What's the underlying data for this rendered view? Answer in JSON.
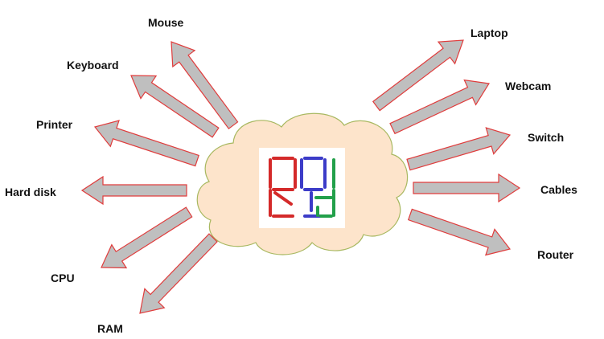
{
  "labels": {
    "mouse": "Mouse",
    "keyboard": "Keyboard",
    "printer": "Printer",
    "hard_disk": "Hard disk",
    "cpu": "CPU",
    "ram": "RAM",
    "laptop": "Laptop",
    "webcam": "Webcam",
    "switch": "Switch",
    "cables": "Cables",
    "router": "Router"
  },
  "colors": {
    "cloud_fill": "#fde4cb",
    "cloud_stroke": "#a8b860",
    "arrow_fill": "#bfbfbf",
    "arrow_stroke": "#e03c3c",
    "logo_red": "#d42a2a",
    "logo_blue": "#3c3cc8",
    "logo_green": "#22a04a"
  },
  "icons": {
    "center": "seven-segment-logo-icon"
  }
}
